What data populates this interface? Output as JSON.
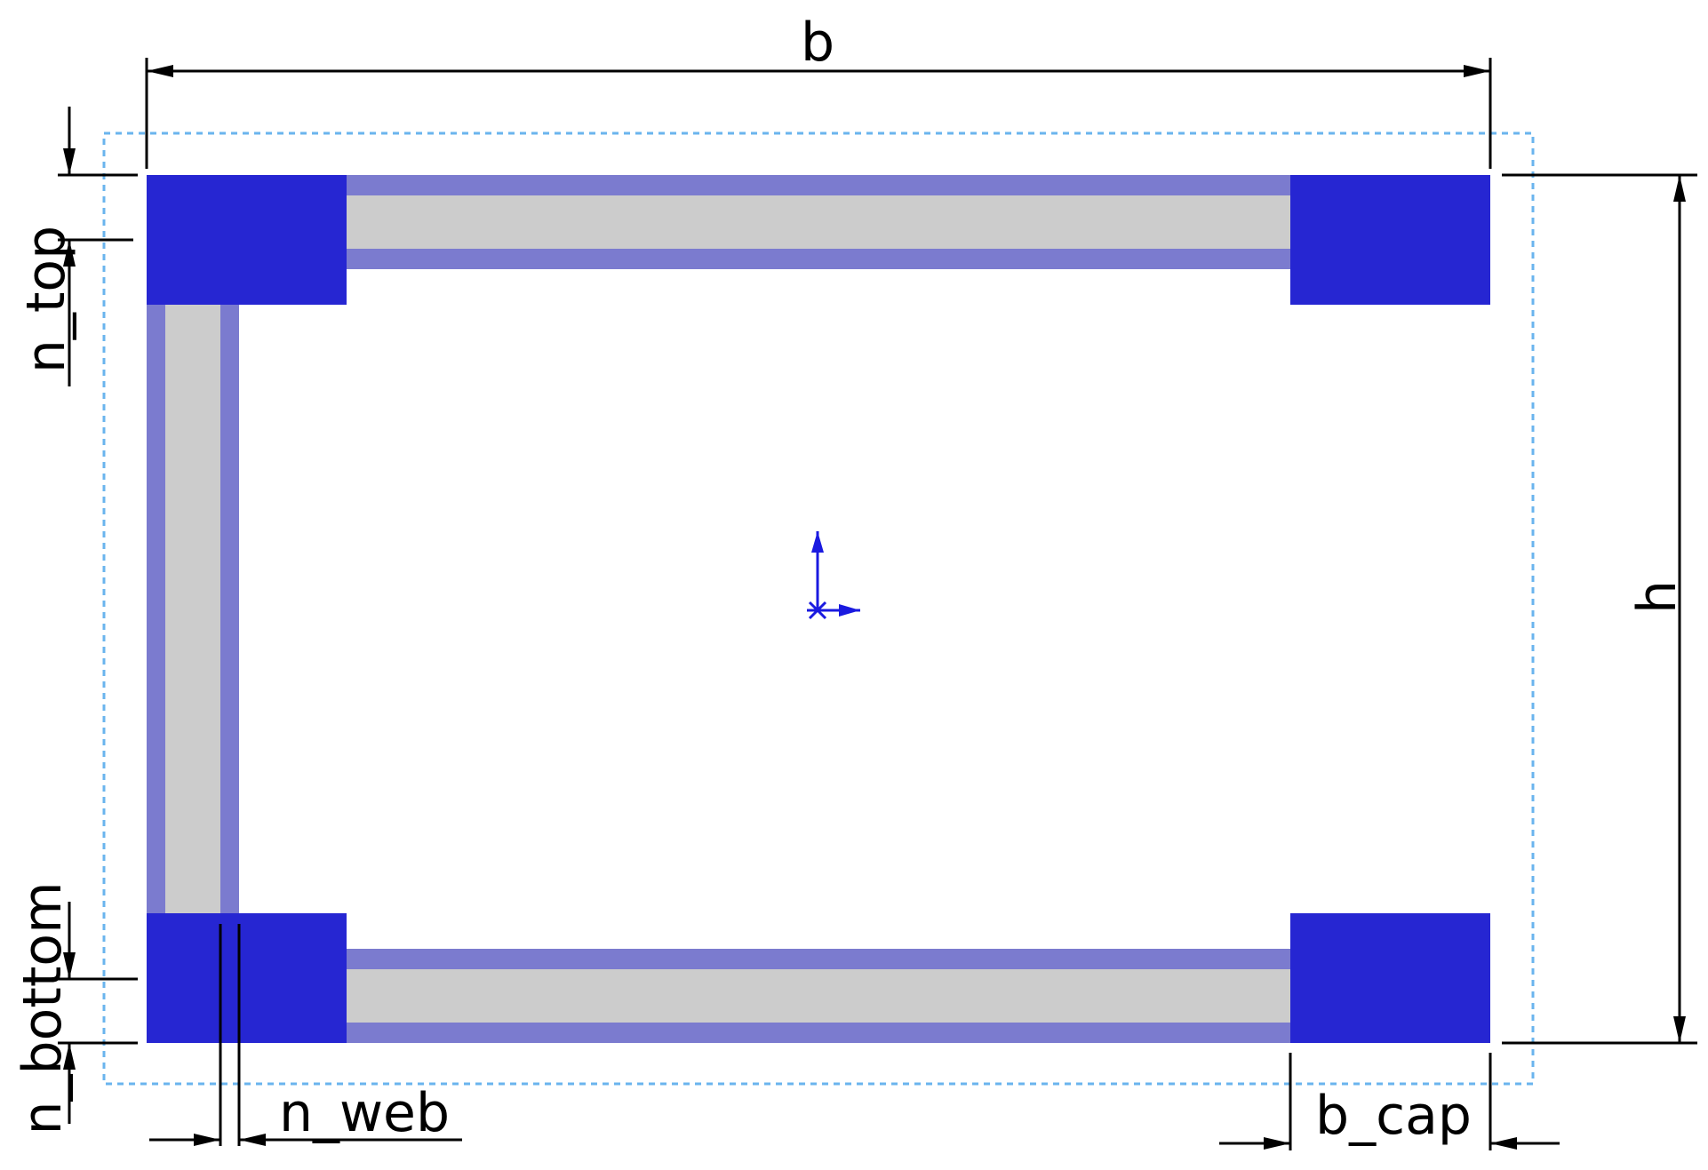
{
  "diagram": {
    "labels": {
      "b": "b",
      "h": "h",
      "n_top": "n_top",
      "n_bottom": "n_bottom",
      "n_web": "n_web",
      "b_cap": "b_cap"
    },
    "colors": {
      "cap": "#2626d2",
      "strip": "#7b7bcf",
      "core": "#cccccc",
      "bbox": "#6ab4ee",
      "dim_line": "#000000",
      "origin": "#1a1ae0"
    }
  }
}
